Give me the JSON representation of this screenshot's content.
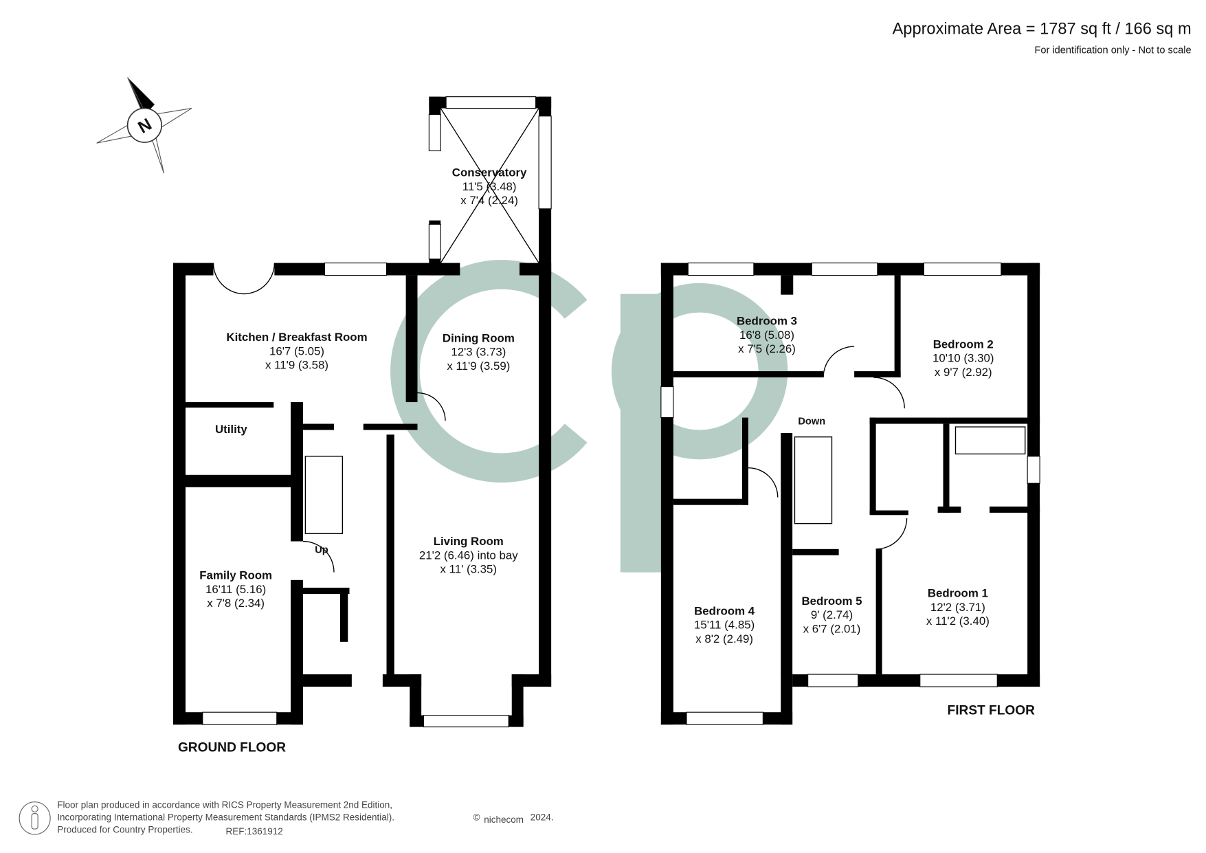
{
  "header": {
    "area": "Approximate Area = 1787 sq ft / 166 sq m",
    "disclaimer": "For identification only - Not to scale"
  },
  "compass": {
    "label": "N"
  },
  "watermark": "cp",
  "ground_floor": {
    "label": "GROUND FLOOR",
    "stairs_label": "Up",
    "rooms": [
      {
        "name": "Conservatory",
        "dim1": "11'5 (3.48)",
        "dim2": "x 7'4 (2.24)"
      },
      {
        "name": "Kitchen / Breakfast Room",
        "dim1": "16'7 (5.05)",
        "dim2": "x 11'9 (3.58)"
      },
      {
        "name": "Dining Room",
        "dim1": "12'3 (3.73)",
        "dim2": "x 11'9 (3.59)"
      },
      {
        "name": "Utility"
      },
      {
        "name": "Living Room",
        "dim1": "21'2 (6.46) into bay",
        "dim2": "x 11' (3.35)"
      },
      {
        "name": "Family Room",
        "dim1": "16'11 (5.16)",
        "dim2": "x 7'8 (2.34)"
      }
    ]
  },
  "first_floor": {
    "label": "FIRST FLOOR",
    "stairs_label": "Down",
    "rooms": [
      {
        "name": "Bedroom 3",
        "dim1": "16'8 (5.08)",
        "dim2": "x 7'5 (2.26)"
      },
      {
        "name": "Bedroom 2",
        "dim1": "10'10 (3.30)",
        "dim2": "x 9'7 (2.92)"
      },
      {
        "name": "Bedroom 4",
        "dim1": "15'11 (4.85)",
        "dim2": "x 8'2 (2.49)"
      },
      {
        "name": "Bedroom 5",
        "dim1": "9' (2.74)",
        "dim2": "x 6'7 (2.01)"
      },
      {
        "name": "Bedroom 1",
        "dim1": "12'2 (3.71)",
        "dim2": "x 11'2 (3.40)"
      }
    ]
  },
  "footer": {
    "line1": "Floor plan produced in accordance with RICS Property Measurement 2nd Edition,",
    "line2": "Incorporating International Property Measurement Standards (IPMS2 Residential).",
    "copyright": "©",
    "brand": "nichecom",
    "year": "2024.",
    "line3": "Produced for Country Properties.",
    "ref": "REF:1361912"
  },
  "colors": {
    "watermark": "#b6cdc6",
    "walls": "#000000"
  }
}
